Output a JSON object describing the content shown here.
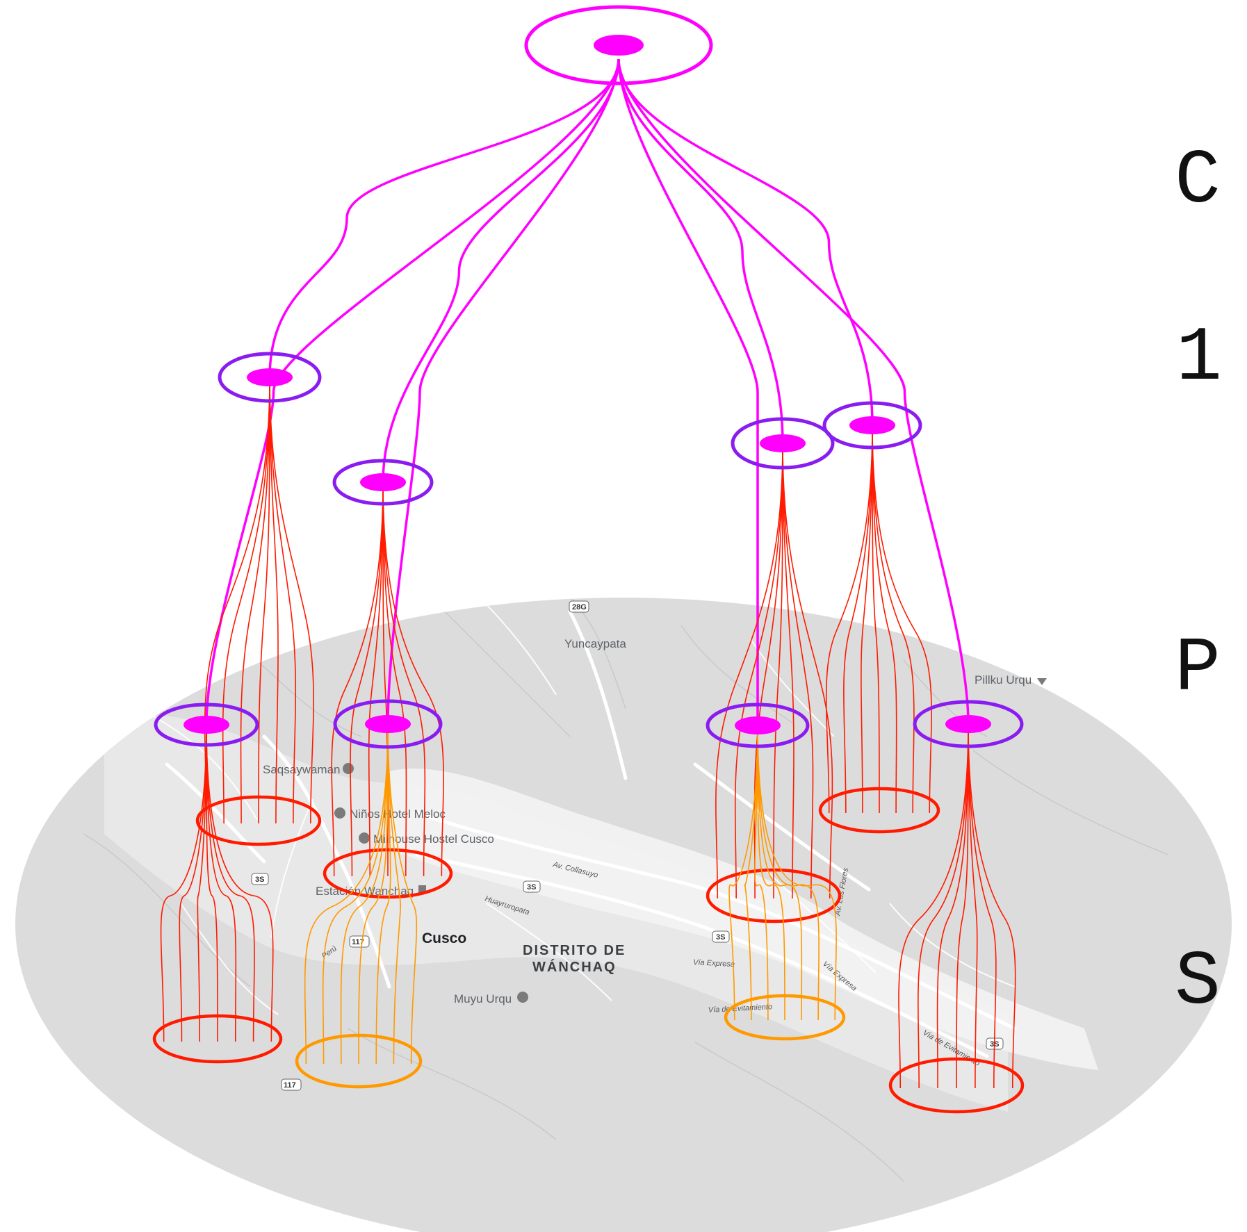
{
  "map": {
    "places": [
      {
        "id": "yuncaypata",
        "label": "Yuncaypata"
      },
      {
        "id": "pillku",
        "label": "Pillku Urqu"
      },
      {
        "id": "saqsaywaman",
        "label": "Saqsaywaman"
      },
      {
        "id": "ninos",
        "label": "Niños Hotel Meloc"
      },
      {
        "id": "milhouse",
        "label": "Milhouse Hostel Cusco"
      },
      {
        "id": "estacion",
        "label": "Estación Wanchaq"
      },
      {
        "id": "cusco",
        "label": "Cusco"
      },
      {
        "id": "distrito1",
        "label": "DISTRITO DE"
      },
      {
        "id": "distrito2",
        "label": "WÁNCHAQ"
      },
      {
        "id": "muyu",
        "label": "Muyu Urqu"
      }
    ],
    "roads": [
      {
        "id": "collasuyo",
        "label": "Av. Collasuyo"
      },
      {
        "id": "huayruropata",
        "label": "Huayruropata"
      },
      {
        "id": "viaexpresa1",
        "label": "Vía Expresa"
      },
      {
        "id": "viaexpresa2",
        "label": "Vía Expresa"
      },
      {
        "id": "viaevit1",
        "label": "Vía de Evitamiento"
      },
      {
        "id": "viaevit2",
        "label": "Vía de Evitamiento"
      },
      {
        "id": "laflores",
        "label": "Av. Las Flores"
      },
      {
        "id": "peru",
        "label": "Perú"
      }
    ],
    "shields": [
      {
        "id": "s28g",
        "label": "28G"
      },
      {
        "id": "s3s_a",
        "label": "3S"
      },
      {
        "id": "s3s_b",
        "label": "3S"
      },
      {
        "id": "s3s_c",
        "label": "3S"
      },
      {
        "id": "s3s_d",
        "label": "3S"
      },
      {
        "id": "s117_a",
        "label": "117"
      },
      {
        "id": "s117_b",
        "label": "117"
      }
    ]
  },
  "side_text": {
    "line1": "C",
    "line2": "1",
    "line3": "P",
    "line4": "S"
  },
  "colors": {
    "root": "#ff00ff",
    "level1_ring": "#8b1cf0",
    "level2_red": "#ff1a00",
    "level2_orange": "#ff9900",
    "map_base": "#dcdcdc",
    "side_text_faded": "#9a9a9a"
  }
}
